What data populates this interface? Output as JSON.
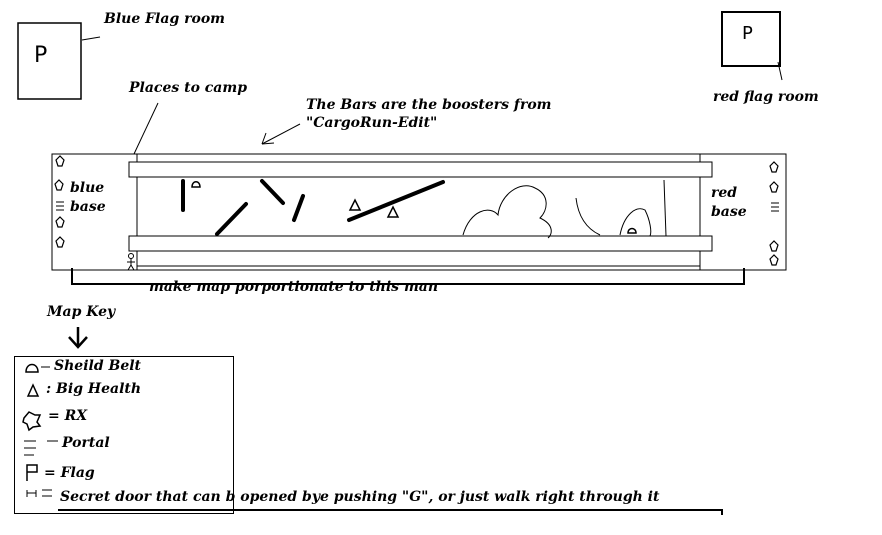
{
  "labels": {
    "blue_flag_room": "Blue Flag room",
    "red_flag_room": "red flag room",
    "places_to_camp": "Places to camp",
    "boosters_line1": "The Bars are the boosters from",
    "boosters_line2": "\"CargoRun-Edit\"",
    "blue_base_line1": "blue",
    "blue_base_line2": "base",
    "red_base_line1": "red",
    "red_base_line2": "base",
    "proportion_note": "make map porportionate to this man",
    "map_key_title": "Map Key"
  },
  "room_glyph": "P",
  "key": {
    "items": [
      {
        "icon": "shield-belt-icon",
        "text": "Sheild Belt"
      },
      {
        "icon": "big-health-icon",
        "text": ": Big Health"
      },
      {
        "icon": "rx-icon",
        "text": "= RX"
      },
      {
        "icon": "portal-icon",
        "text": "Portal"
      },
      {
        "icon": "flag-icon",
        "text": "= Flag"
      },
      {
        "icon": "secret-door-icon",
        "text": "Secret door that can b opened bye pushing \"G\", or just walk right through it"
      }
    ]
  },
  "colors": {
    "ink": "#000000",
    "paper": "#ffffff",
    "smudge": "#c0c0c0"
  }
}
